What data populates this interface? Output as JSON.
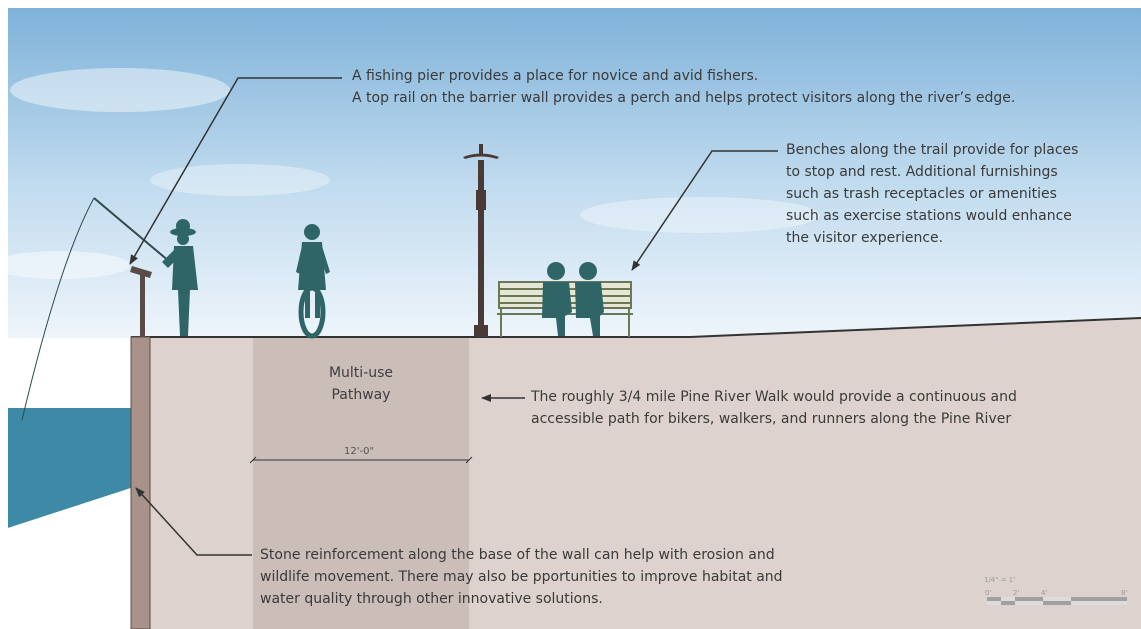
{
  "annotations": {
    "pier": [
      "A fishing pier provides a place for novice and avid fishers.",
      "A top rail on the barrier wall provides a perch and helps protect visitors along the river’s edge."
    ],
    "benches": [
      "Benches along the trail provide for places",
      "to stop and rest. Additional furnishings",
      "such as trash receptacles or amenities",
      "such as exercise stations would enhance",
      "the visitor experience."
    ],
    "walk": [
      "The roughly 3/4 mile Pine River Walk would provide a continuous and",
      "accessible path for bikers, walkers, and runners along the Pine River"
    ],
    "stone": [
      "Stone reinforcement along the base of the wall can help with erosion and",
      "wildlife movement. There may also be pportunities to improve habitat and",
      "water quality through other innovative solutions."
    ]
  },
  "pathway": {
    "label_line1": "Multi-use",
    "label_line2": "Pathway",
    "width_dimension": "12'-0\""
  },
  "scale_bar": {
    "ratio": "1/4\" = 1'",
    "ticks": [
      "0'",
      "2'",
      "4'",
      "8'"
    ]
  },
  "colors": {
    "sky_top": "#7fb2d9",
    "sky_bottom": "#eef5fb",
    "ground": "#ddd2cd",
    "pathway": "#cbbdb8",
    "wall": "#a8928a",
    "water": "#3e8aa6",
    "silhouette": "#2f6567"
  }
}
